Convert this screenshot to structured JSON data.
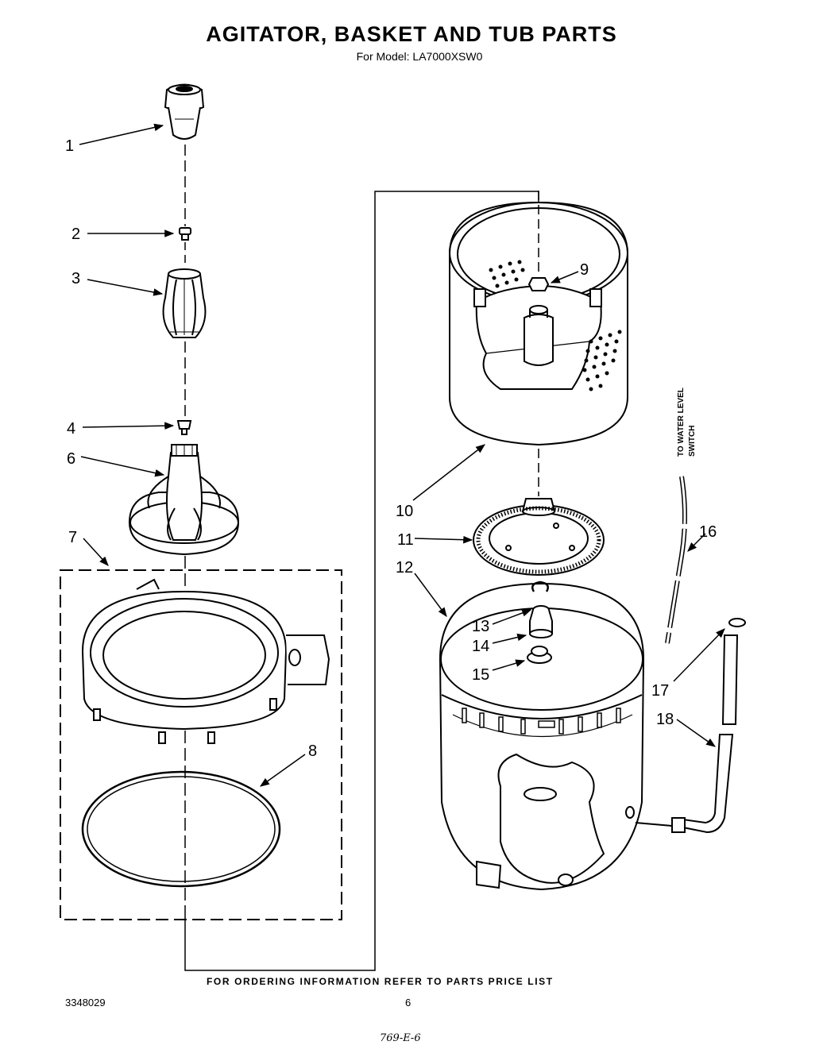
{
  "header": {
    "title": "AGITATOR, BASKET AND TUB PARTS",
    "model_line": "For Model: LA7000XSW0"
  },
  "callouts": {
    "c1": "1",
    "c2": "2",
    "c3": "3",
    "c4": "4",
    "c6": "6",
    "c7": "7",
    "c8": "8",
    "c9": "9",
    "c10": "10",
    "c11": "11",
    "c12": "12",
    "c13": "13",
    "c14": "14",
    "c15": "15",
    "c16": "16",
    "c17": "17",
    "c18": "18"
  },
  "annotations": {
    "water_level_line1": "TO WATER LEVEL",
    "water_level_line2": "SWITCH"
  },
  "footer": {
    "ordering_note": "FOR ORDERING INFORMATION REFER TO PARTS PRICE LIST",
    "doc_number": "3348029",
    "page_number": "6",
    "handwritten_note": "769-E-6"
  }
}
